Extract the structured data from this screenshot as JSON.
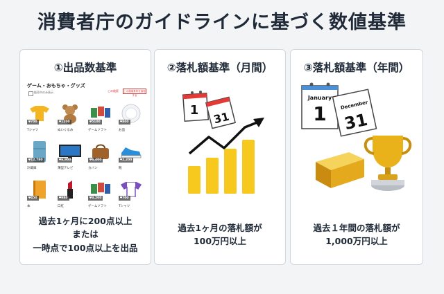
{
  "title": "消費者庁のガイドラインに基づく数値基準",
  "cards": [
    {
      "title": "①出品数基準",
      "desc_lines": [
        "過去1ヶ月に200点以上",
        "または",
        "一時点で100点以上を出品"
      ],
      "shop": {
        "category": "ゲーム・おもちゃ・グッズ",
        "filter_label": "販売中のみ表示",
        "search_label": "この検索",
        "save_label": "この検索条件を保存する",
        "items": [
          {
            "name": "Tシャツ",
            "price": "¥700",
            "icon": "tshirt-yellow"
          },
          {
            "name": "ぬいぐるみ",
            "price": "¥1200",
            "icon": "teddy-bear"
          },
          {
            "name": "ゲームソフト",
            "price": "¥5100",
            "icon": "game-cartridges"
          },
          {
            "name": "お皿",
            "price": "¥800",
            "icon": "plate"
          },
          {
            "name": "冷蔵庫",
            "price": "¥12,780",
            "icon": "refrigerator"
          },
          {
            "name": "薄型テレビ",
            "price": "¥6,900",
            "icon": "tv"
          },
          {
            "name": "カバン",
            "price": "¥6,400",
            "icon": "bag"
          },
          {
            "name": "靴",
            "price": "¥2,200",
            "icon": "sneaker"
          },
          {
            "name": "本",
            "price": "¥450",
            "icon": "book"
          },
          {
            "name": "口紅",
            "price": "¥980",
            "icon": "lipstick"
          },
          {
            "name": "ゲームソフト",
            "price": "¥3,200",
            "icon": "game-cartridges"
          },
          {
            "name": "Tシャツ",
            "price": "¥700",
            "icon": "tshirt-purple"
          }
        ]
      }
    },
    {
      "title": "②落札額基準（月間）",
      "desc_lines": [
        "過去1ヶ月の落札額が",
        "100万円以上"
      ],
      "calendar": {
        "left": "1",
        "right": "31"
      }
    },
    {
      "title": "③落札額基準（年間）",
      "desc_lines": [
        "過去１年間の落札額が",
        "1,000万円以上"
      ],
      "calendar": {
        "left_month": "January",
        "left": "1",
        "right_month": "December",
        "right": "31"
      }
    }
  ],
  "colors": {
    "bar": "#f7c81e",
    "arrow": "#111111",
    "gold": "#e6a817",
    "accent_red": "#d33"
  }
}
